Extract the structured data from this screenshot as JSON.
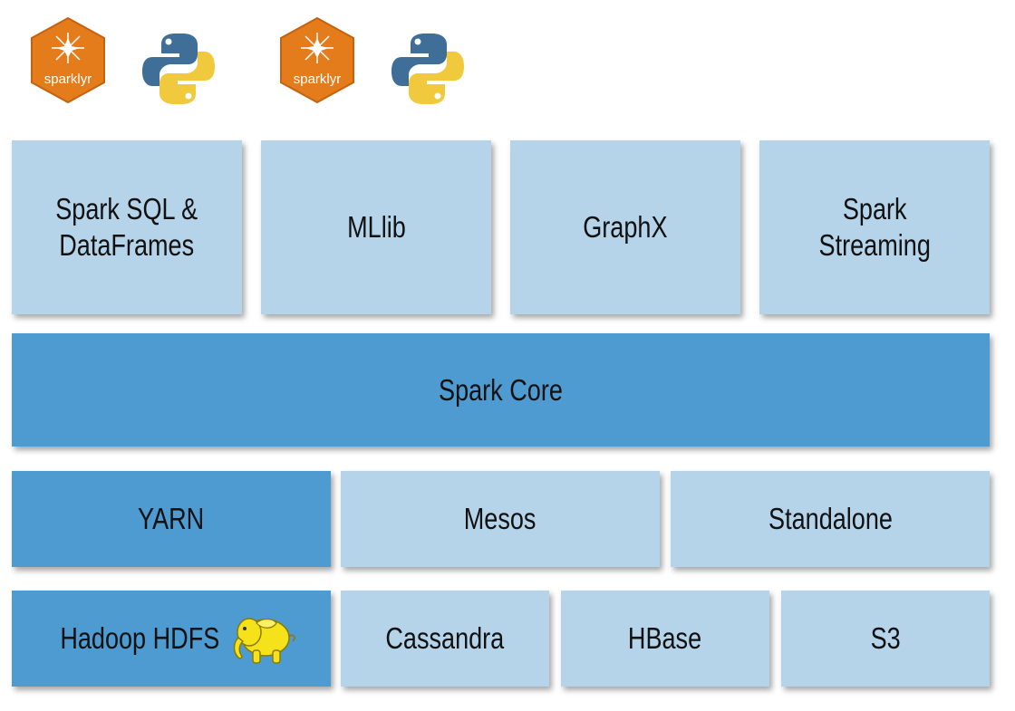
{
  "logos": {
    "sparklyr_text": "sparklyr"
  },
  "layers": {
    "libraries": [
      {
        "line1": "Spark SQL &",
        "line2": "DataFrames"
      },
      {
        "line1": "MLlib",
        "line2": ""
      },
      {
        "line1": "GraphX",
        "line2": ""
      },
      {
        "line1": "Spark",
        "line2": "Streaming"
      }
    ],
    "core": "Spark Core",
    "cluster_managers": [
      "YARN",
      "Mesos",
      "Standalone"
    ],
    "storage": [
      "Hadoop HDFS",
      "Cassandra",
      "HBase",
      "S3"
    ]
  },
  "colors": {
    "light_block": "#b5d4ea",
    "dark_block": "#4d9bd1",
    "sparklyr_orange": "#e47c1b",
    "python_blue": "#3f6e99",
    "python_yellow": "#f0c93c",
    "hadoop_yellow": "#f5e21a"
  },
  "icons": [
    "sparklyr-hex-logo",
    "python-logo",
    "hadoop-elephant-icon"
  ]
}
